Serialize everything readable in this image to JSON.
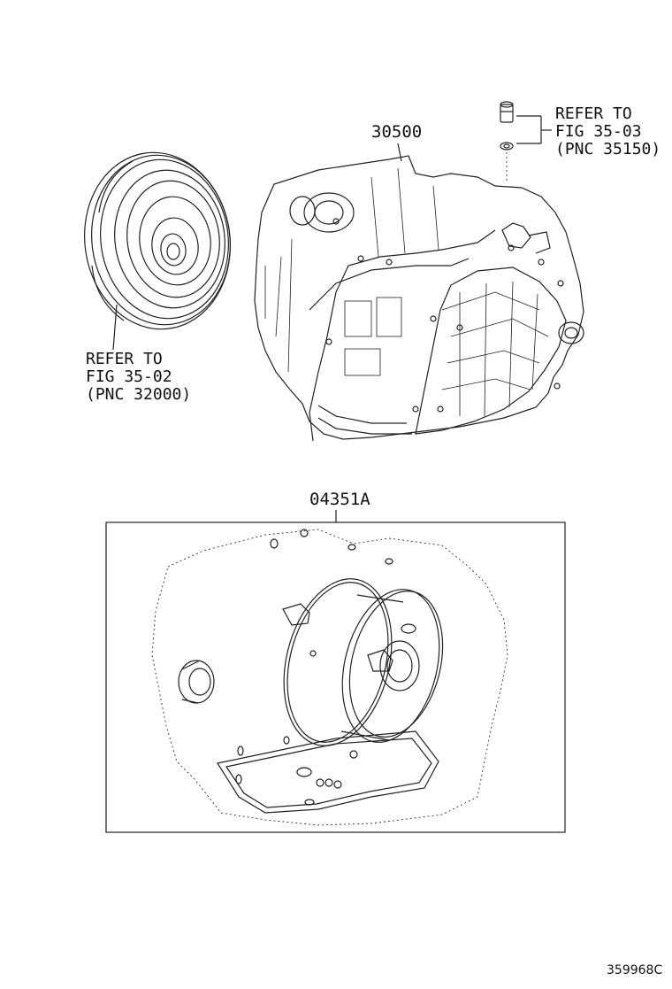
{
  "parts": {
    "transaxle": {
      "number": "30500"
    },
    "overhaul_kit": {
      "number": "04351A"
    }
  },
  "references": {
    "speed_sensor": {
      "line1": "REFER TO",
      "line2": "FIG 35-03",
      "line3": "(PNC 35150)"
    },
    "torque_converter": {
      "line1": "REFER TO",
      "line2": "FIG 35-02",
      "line3": "(PNC 32000)"
    }
  },
  "illustration_id": "359968C"
}
